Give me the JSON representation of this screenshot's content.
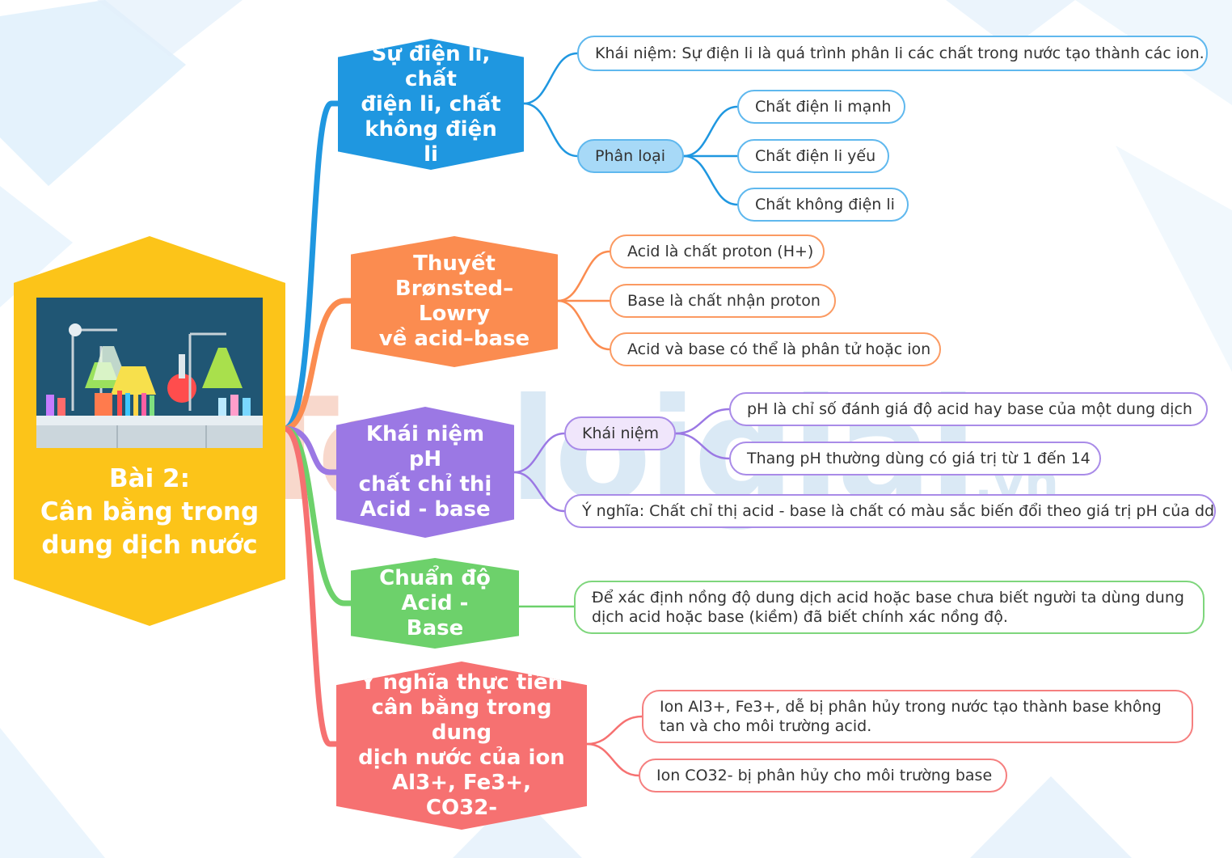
{
  "center": {
    "title_line1": "Bài 2:",
    "title_line2": "Cân bằng trong",
    "title_line3": "dung dịch nước",
    "color": "#fcc419"
  },
  "watermark": {
    "part1": "T",
    "part2": "o",
    "part3": "ploigiai",
    "part4": ".vn"
  },
  "branches": [
    {
      "id": "b1",
      "color": "#1f97e0",
      "lines": [
        "Sự điện li, chất",
        "điện li, chất",
        "không điện li"
      ],
      "children": [
        "Khái niệm: Sự điện li là quá trình phân li các chất trong nước tạo thành các ion."
      ],
      "sub": {
        "label": "Phân loại",
        "items": [
          "Chất điện li mạnh",
          "Chất điện li yếu",
          "Chất không điện li"
        ]
      }
    },
    {
      "id": "b2",
      "color": "#fb8c50",
      "lines": [
        "Thuyết",
        "Brønsted–Lowry",
        "về acid–base"
      ],
      "children": [
        "Acid là chất proton (H+)",
        "Base là chất nhận proton",
        "Acid và base có thể là phân tử hoặc ion"
      ]
    },
    {
      "id": "b3",
      "color": "#9b78e4",
      "lines": [
        "Khái niệm pH",
        "chất chỉ thị",
        "Acid - base"
      ],
      "sub": {
        "label": "Khái niệm",
        "items": [
          "pH là chỉ số đánh giá độ acid hay base của một dung dịch",
          "Thang pH thường dùng có giá trị từ 1 đến 14"
        ]
      },
      "children": [
        "Ý nghĩa: Chất chỉ thị acid - base là chất có màu sắc biến đổi theo giá trị pH của dd"
      ]
    },
    {
      "id": "b4",
      "color": "#6dd16b",
      "lines": [
        "Chuẩn độ",
        "Acid - Base"
      ],
      "children": [
        "Để xác định nồng độ dung dịch acid hoặc base chưa biết người ta dùng dung dịch acid hoặc base (kiềm) đã biết chính xác nồng độ."
      ]
    },
    {
      "id": "b5",
      "color": "#f67171",
      "lines": [
        "Ý nghĩa thực tiễn",
        "cân bằng trong dung",
        "dịch nước của ion",
        "Al3+, Fe3+, CO32-"
      ],
      "children": [
        "Ion Al3+, Fe3+, dễ bị phân hủy trong nước tạo thành base không tan và cho môi trường acid.",
        "Ion CO32- bị phân hủy cho môi trường base"
      ]
    }
  ]
}
